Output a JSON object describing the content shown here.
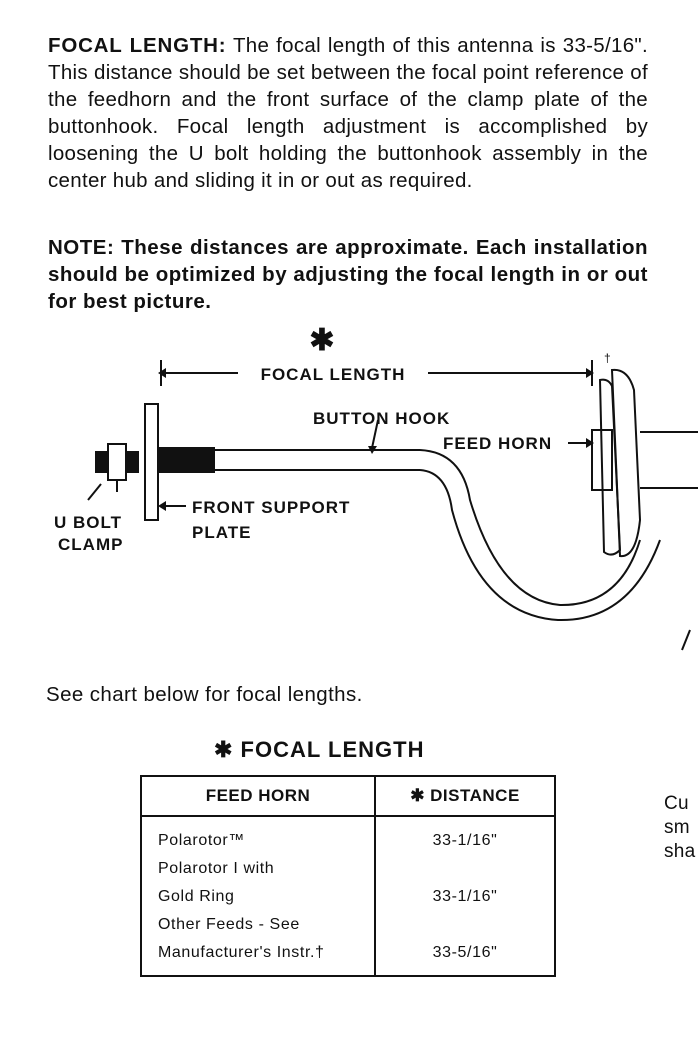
{
  "paragraph": {
    "heading": "FOCAL LENGTH:",
    "text": "The focal length of this antenna is 33-5/16\". This distance should be set between the focal point reference of the feedhorn and the front surface of the clamp plate of the buttonhook. Focal length adjustment is accomplished by loosening the U bolt holding the buttonhook assembly in the center hub and sliding it in or out as required."
  },
  "note": "NOTE: These distances are approximate. Each installation should be optimized by adjusting the focal length in or out for best picture.",
  "diagram": {
    "asterisk": "✱",
    "dimension_label": "FOCAL LENGTH",
    "dagger": "†",
    "button_hook_label": "BUTTON HOOK",
    "feed_horn_label": "FEED HORN",
    "front_support_label_1": "FRONT SUPPORT",
    "front_support_label_2": "PLATE",
    "u_bolt_label_1": "U BOLT",
    "u_bolt_label_2": "CLAMP"
  },
  "see_chart": "See chart below for focal lengths.",
  "table": {
    "title": "✱ FOCAL LENGTH",
    "headers": [
      "FEED HORN",
      "✱ DISTANCE"
    ],
    "feed_lines": [
      "Polarotor™",
      "Polarotor I with",
      "Gold Ring",
      "Other Feeds - See",
      "Manufacturer's Instr.†"
    ],
    "distance_lines": [
      "33-1/16\"",
      "",
      "33-1/16\"",
      "",
      "33-5/16\""
    ]
  },
  "cutoff_text": [
    "Cu",
    "sm",
    "sha"
  ]
}
